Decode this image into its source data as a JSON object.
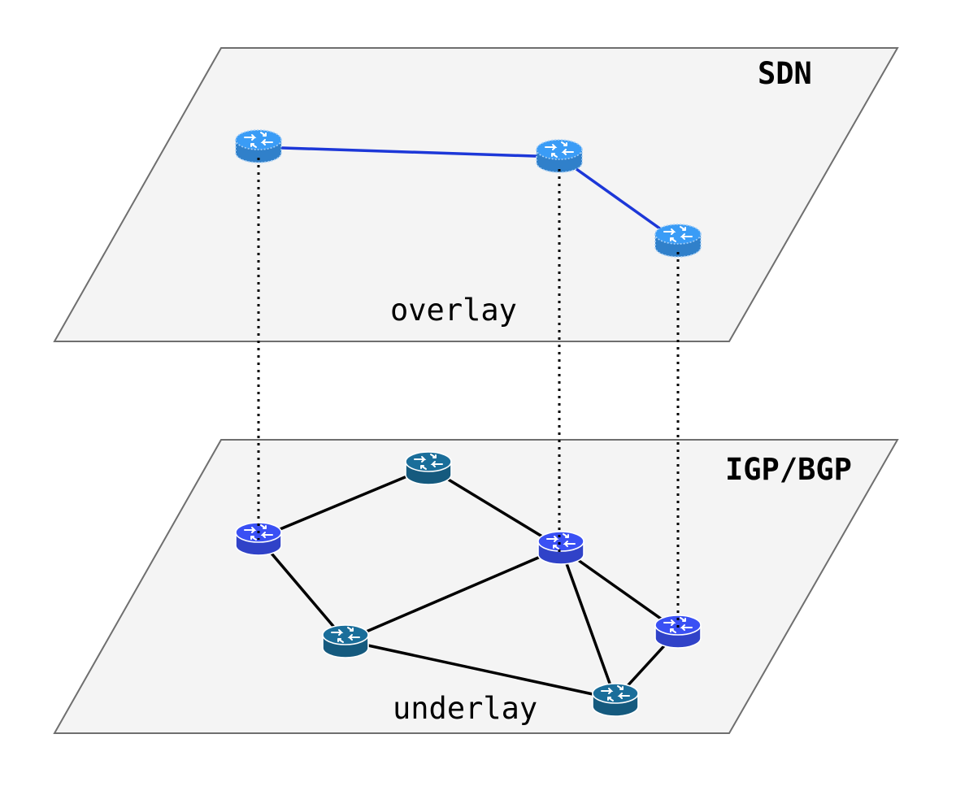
{
  "overlay_plane": {
    "protocol_label": "SDN",
    "layer_label": "overlay"
  },
  "underlay_plane": {
    "protocol_label": "IGP/BGP",
    "layer_label": "underlay"
  },
  "colors": {
    "plane_fill": "#f4f4f4",
    "plane_border": "#6f6f6f",
    "overlay_router": "#3a9cf6",
    "mapped_router": "#3a50f4",
    "underlay_router": "#1a6e9a",
    "overlay_link": "#1c37d8",
    "underlay_link": "#000000"
  }
}
